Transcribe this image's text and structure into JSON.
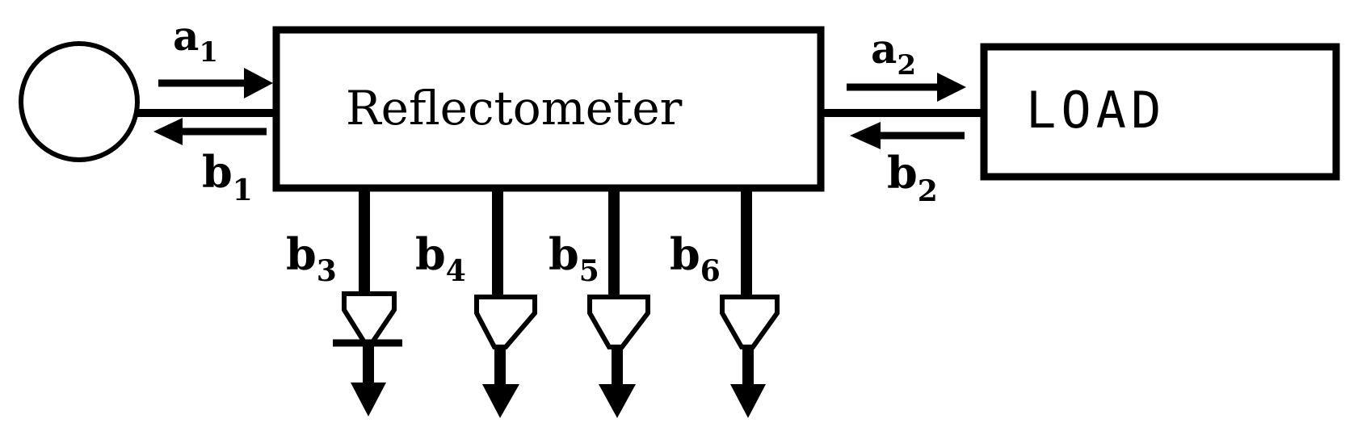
{
  "reflectometer": {
    "label": "Reflectometer"
  },
  "load": {
    "label": "LOAD"
  },
  "waves": {
    "a1": {
      "base": "a",
      "sub": "1"
    },
    "b1": {
      "base": "b",
      "sub": "1"
    },
    "a2": {
      "base": "a",
      "sub": "2"
    },
    "b2": {
      "base": "b",
      "sub": "2"
    },
    "b3": {
      "base": "b",
      "sub": "3"
    },
    "b4": {
      "base": "b",
      "sub": "4"
    },
    "b5": {
      "base": "b",
      "sub": "5"
    },
    "b6": {
      "base": "b",
      "sub": "6"
    }
  },
  "colors": {
    "stroke": "#000000",
    "background": "#ffffff"
  }
}
